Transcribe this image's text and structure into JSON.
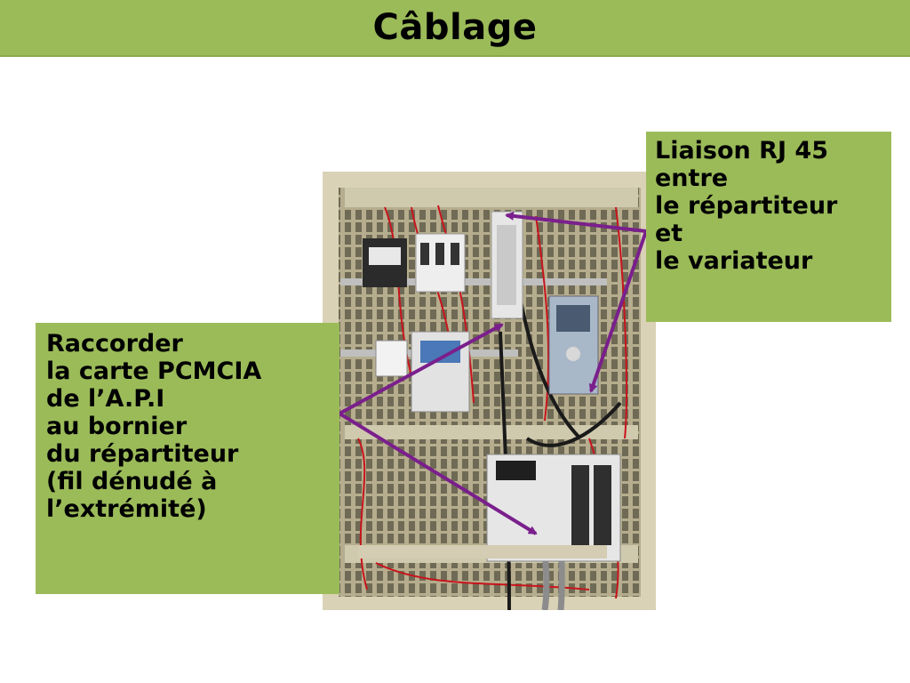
{
  "slide": {
    "title": "Câblage",
    "callout_right": {
      "lines": [
        "Liaison RJ 45",
        "entre",
        "le répartiteur",
        "et",
        "le variateur"
      ]
    },
    "callout_left": {
      "lines": [
        "Raccorder",
        "la carte PCMCIA",
        "de l’A.P.I",
        "au bornier",
        "du répartiteur",
        "(fil dénudé à",
        "l’extrémité)"
      ]
    }
  },
  "colors": {
    "title_bar": "#9bbb59",
    "callout_bg": "#9bbb59",
    "arrow": "#7a1f8c"
  }
}
